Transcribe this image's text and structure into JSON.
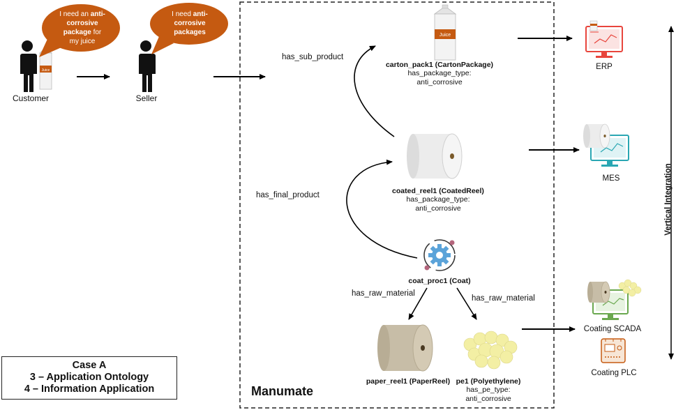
{
  "customer": {
    "label": "Customer",
    "speech_line1": "I need an",
    "speech_bold1": "anti-",
    "speech_line2": "corrosive",
    "speech_line3": "package",
    "speech_line3b": "for",
    "speech_line4": "my juice"
  },
  "seller": {
    "label": "Seller",
    "speech_line1": "I need",
    "speech_bold1": "anti-",
    "speech_line2": "corrosive",
    "speech_line3": "packages"
  },
  "manumate": {
    "title": "Manumate",
    "relations": {
      "has_sub_product": "has_sub_product",
      "has_final_product": "has_final_product",
      "has_raw_material_left": "has_raw_material",
      "has_raw_material_right": "has_raw_material"
    },
    "nodes": {
      "carton_pack": {
        "title": "carton_pack1 (CartonPackage)",
        "prop": "has_package_type:",
        "value": "anti_corrosive",
        "juice_label": "Juice"
      },
      "coated_reel": {
        "title": "coated_reel1 (CoatedReel)",
        "prop": "has_package_type:",
        "value": "anti_corrosive"
      },
      "coat_proc": {
        "title": "coat_proc1 (Coat)"
      },
      "paper_reel": {
        "title": "paper_reel1 (PaperReel)"
      },
      "pe": {
        "title": "pe1 (Polyethylene)",
        "prop": "has_pe_type:",
        "value": "anti_corrosive"
      }
    }
  },
  "systems": {
    "erp": "ERP",
    "mes": "MES",
    "scada": "Coating SCADA",
    "plc": "Coating PLC",
    "vertical_integration": "Vertical Integration"
  },
  "case_box": {
    "line1": "Case A",
    "line2": "3 – Application Ontology",
    "line3": "4 – Information Application"
  },
  "colors": {
    "bubble": "#c55a11",
    "erp": "#e8453c",
    "mes": "#2aa7b3",
    "scada": "#6aa84f",
    "gear": "#5ba3d9",
    "paper_reel": "#c7bda7",
    "pe": "#f3efa4",
    "carton_stripe": "#c55a11"
  }
}
